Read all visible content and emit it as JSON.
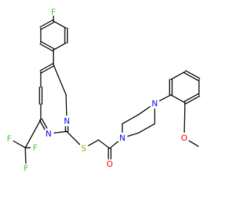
{
  "colors": {
    "bond": "#000000",
    "N": "#0000ff",
    "O": "#ff0000",
    "S": "#b2a000",
    "F": "#33cc33"
  },
  "atoms": [
    {
      "id": "F1",
      "label": "F",
      "element": "F"
    },
    {
      "id": "F2",
      "label": "F",
      "element": "F"
    },
    {
      "id": "F3",
      "label": "F",
      "element": "F"
    },
    {
      "id": "F4",
      "label": "F",
      "element": "F"
    },
    {
      "id": "N1",
      "label": "N",
      "element": "N"
    },
    {
      "id": "N2",
      "label": "N",
      "element": "N"
    },
    {
      "id": "S1",
      "label": "S",
      "element": "S"
    },
    {
      "id": "O1",
      "label": "O",
      "element": "O"
    },
    {
      "id": "N3",
      "label": "N",
      "element": "N"
    },
    {
      "id": "N4",
      "label": "N",
      "element": "N"
    },
    {
      "id": "O2",
      "label": "O",
      "element": "O"
    }
  ]
}
